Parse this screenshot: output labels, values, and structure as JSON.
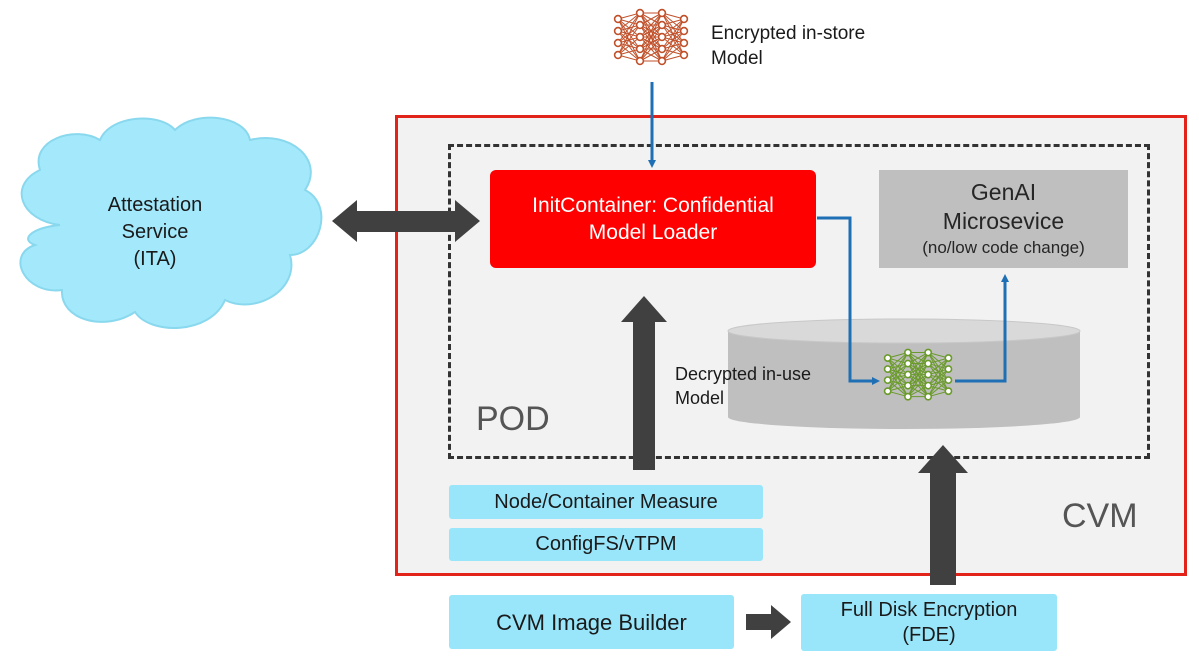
{
  "cloud": {
    "line1": "Attestation",
    "line2": "Service",
    "line3": "(ITA)"
  },
  "encrypted_model": {
    "line1": "Encrypted in-store",
    "line2": "Model"
  },
  "init_container": {
    "line1": "InitContainer: Confidential",
    "line2": "Model Loader"
  },
  "genai": {
    "line1": "GenAI",
    "line2": "Microsevice",
    "line3": "(no/low code change)"
  },
  "decrypted_model": {
    "line1": "Decrypted in-use",
    "line2": "Model"
  },
  "pod_label": "POD",
  "cvm_label": "CVM",
  "node_measure": "Node/Container Measure",
  "configfs": "ConfigFS/vTPM",
  "image_builder": "CVM Image Builder",
  "fde": {
    "line1": "Full Disk Encryption",
    "line2": "(FDE)"
  },
  "colors": {
    "cvm_border": "#e2231a",
    "init_container_fill": "#ff0000",
    "cyan_box": "#99e6fb",
    "cloud_fill": "#a3e9fb",
    "flow_arrow": "#1f6fb5",
    "big_arrow": "#404040",
    "encrypted_nn": "#c0502a",
    "decrypted_nn": "#6a9a2a"
  },
  "icons": {
    "encrypted": "neural-network-icon",
    "decrypted": "neural-network-icon",
    "cloud": "cloud-icon"
  }
}
